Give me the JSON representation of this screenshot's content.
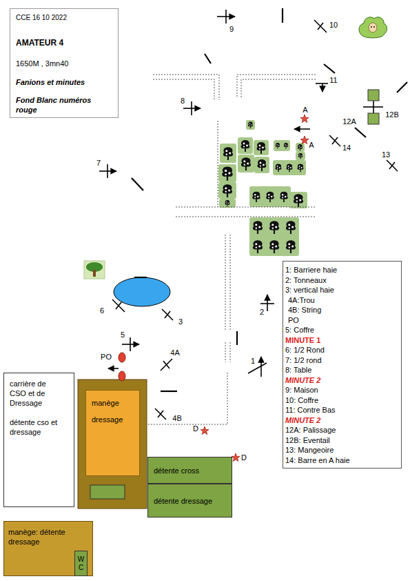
{
  "diagram": {
    "nodes": [
      {
        "text": [
          "CCE 16 10 2022",
          "AMATEUR 4",
          "1650M , 3mn40",
          "Fanions et minutes",
          "Fond Blanc numéros rouge"
        ]
      },
      {
        "text": [
          "1: Barriere haie",
          "2: Tonneaux",
          "3: vertical haie",
          "4A:Trou",
          "4B: String",
          "PO",
          "5: Coffre",
          "MINUTE 1",
          "6: 1/2 Rond",
          "7: 1/2 rond",
          "8: Table",
          "MINUTE 2",
          "9: Maison",
          "10: Coffre",
          "11: Contre Bas",
          "MINUTE 2",
          "12A: Palissage",
          "12B: Eventail",
          "13: Mangeoire",
          "14: Barre en A haie"
        ]
      },
      {
        "text": [
          "carrière de CSO et de Dressage",
          "détente cso et dressage"
        ]
      },
      {
        "text": [
          "manège dressage"
        ]
      },
      {
        "text": [
          "détente cross"
        ]
      },
      {
        "text": [
          "détente dressage"
        ]
      },
      {
        "text": [
          "manège: détente dressage"
        ]
      },
      {
        "text": [
          "W C"
        ],
        "in": 6
      }
    ],
    "labels": [
      "9",
      "10",
      "11",
      "8",
      "A",
      "12B",
      "12A",
      "A",
      "14",
      "13",
      "7",
      "6",
      "3",
      "2",
      "5",
      "PO",
      "4A",
      "1",
      "4B",
      "D",
      "D"
    ]
  }
}
